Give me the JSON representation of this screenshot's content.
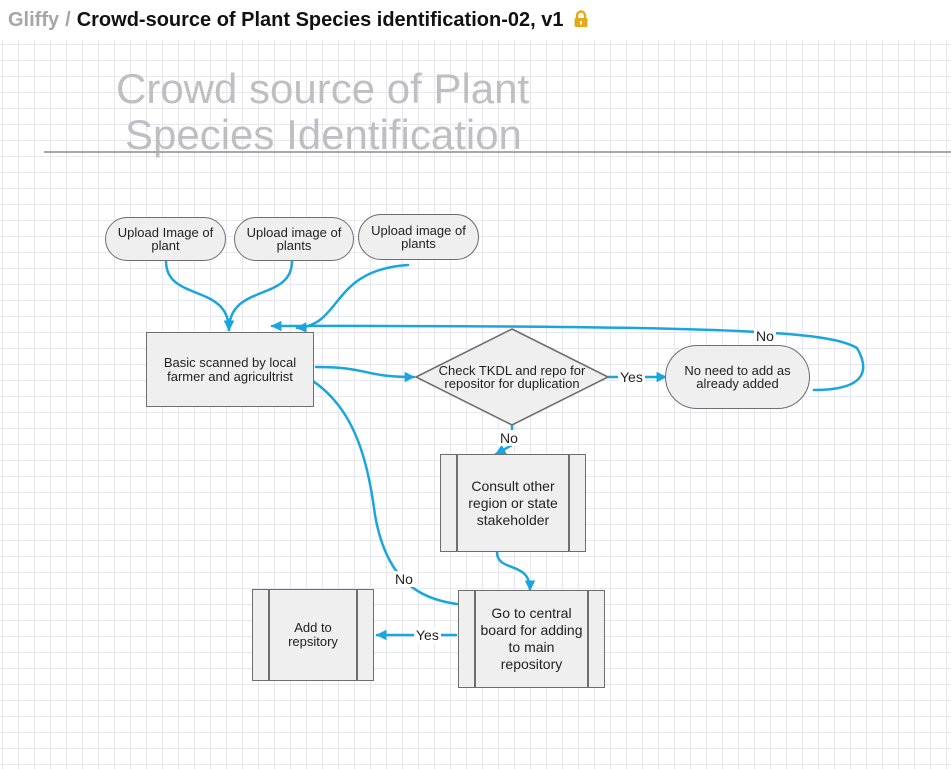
{
  "header": {
    "brand": "Gliffy",
    "separator": "/",
    "document_title": "Crowd-source of Plant Species identification-02, v1",
    "lock_icon": "lock-icon"
  },
  "diagram": {
    "title_line1": "Crowd source of Plant",
    "title_line2": "Species Identification",
    "nodes": {
      "upload1": "Upload Image of plant",
      "upload2": "Upload image of plants",
      "upload3": "Upload image of plants",
      "scanned": "Basic scanned by local farmer and agricultrist",
      "check": "Check TKDL and repo for repositor for duplication",
      "no_need": "No need to add as already added",
      "consult": "Consult other region or state stakeholder",
      "central": "Go to central board for adding to main repository",
      "add_repo": "Add to repsitory"
    },
    "edge_labels": {
      "yes_to_no_need": "Yes",
      "no_loop_back": "No",
      "no_to_consult": "No",
      "no_central_back": "No",
      "yes_to_add": "Yes"
    }
  },
  "colors": {
    "connector": "#1aa6dd",
    "node_fill": "#efefef",
    "node_border": "#6e6e6e",
    "title_gray": "#bfbfbf",
    "lock_gold": "#e6a817"
  }
}
